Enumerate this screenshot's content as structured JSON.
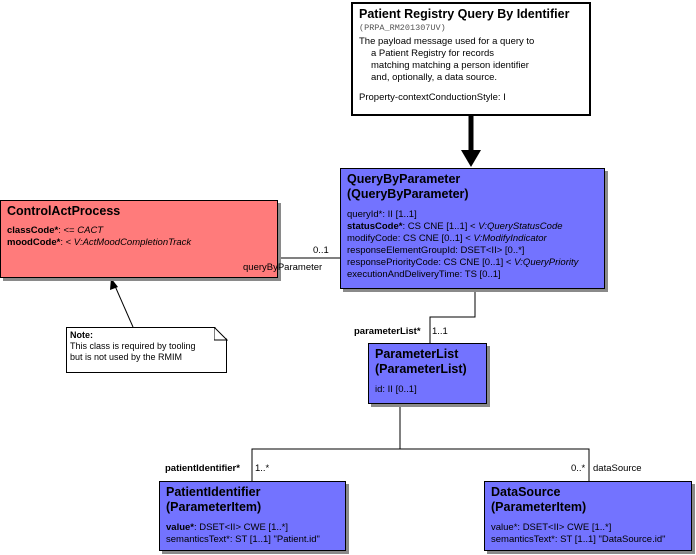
{
  "entry": {
    "title": "Patient Registry Query By Identifier",
    "code": "(PRPA_RM201307UV)",
    "description_lines": [
      "The payload message used for a query to",
      "a Patient Registry for records",
      "matching matching a person identifier",
      "and, optionally, a data source."
    ],
    "property": "Property-contextConductionStyle: I"
  },
  "query_by_parameter": {
    "title_line1": "QueryByParameter",
    "title_line2": "(QueryByParameter)",
    "attrs": [
      {
        "name": "queryId*",
        "bold": false,
        "rest": ": II [1..1]",
        "italic": ""
      },
      {
        "name": "statusCode*",
        "bold": true,
        "rest": ": CS CNE [1..1] < ",
        "italic": "V:QueryStatusCode"
      },
      {
        "name": "modifyCode",
        "bold": false,
        "rest": ": CS CNE [0..1] < ",
        "italic": "V:ModifyIndicator"
      },
      {
        "name": "responseElementGroupId",
        "bold": false,
        "rest": ": DSET<II> [0..*]",
        "italic": ""
      },
      {
        "name": "responsePriorityCode",
        "bold": false,
        "rest": ": CS CNE [0..1] < ",
        "italic": "V:QueryPriority"
      },
      {
        "name": "executionAndDeliveryTime",
        "bold": false,
        "rest": ": TS [0..1]",
        "italic": ""
      }
    ]
  },
  "control_act_process": {
    "title": "ControlActProcess",
    "attrs": [
      {
        "name": "classCode*",
        "bold": true,
        "rest": ": <= ",
        "italic": "CACT"
      },
      {
        "name": "moodCode*",
        "bold": true,
        "rest": ": < ",
        "italic": "V:ActMoodCompletionTrack"
      }
    ]
  },
  "note": {
    "heading": "Note:",
    "line1": "This class is required by tooling",
    "line2": "but is not used by the RMIM"
  },
  "parameter_list": {
    "title_line1": "ParameterList",
    "title_line2": "(ParameterList)",
    "attr": "id: II [0..1]"
  },
  "patient_identifier": {
    "title_line1": "PatientIdentifier",
    "title_line2": "(ParameterItem)",
    "attrs": [
      {
        "name": "value*",
        "bold": true,
        "rest": ": DSET<II> CWE [1..*]",
        "italic": ""
      },
      {
        "name": "semanticsText*",
        "bold": false,
        "rest": ": ST [1..1] \"Patient.id\"",
        "italic": ""
      }
    ]
  },
  "data_source": {
    "title_line1": "DataSource",
    "title_line2": "(ParameterItem)",
    "attrs": [
      {
        "name": "value*",
        "bold": false,
        "rest": ": DSET<II> CWE [1..*]",
        "italic": ""
      },
      {
        "name": "semanticsText*",
        "bold": false,
        "rest": ": ST [1..1] \"DataSource.id\"",
        "italic": ""
      }
    ]
  },
  "labels": {
    "query_by_parameter_role": "queryByParameter",
    "query_by_parameter_mult": "0..1",
    "parameter_list_role": "parameterList*",
    "parameter_list_mult": "1..1",
    "patient_identifier_role": "patientIdentifier*",
    "patient_identifier_mult": "1..*",
    "data_source_mult": "0..*",
    "data_source_role": "dataSource"
  },
  "colors": {
    "class_blue": "#7373ff",
    "act_red": "#ff7b7b",
    "shadow": "#8a8a8a"
  }
}
